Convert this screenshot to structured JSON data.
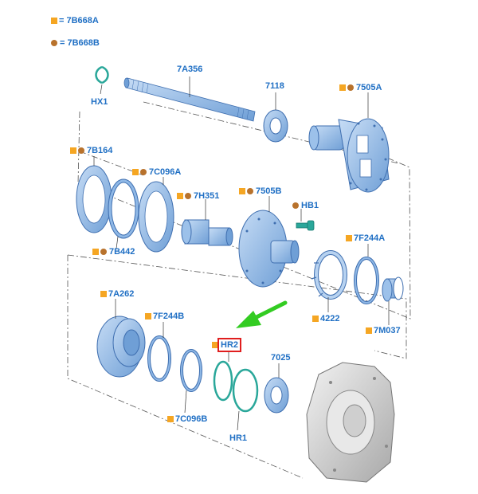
{
  "colors": {
    "part": "#8fb8e6",
    "part_dark": "#3f6fb0",
    "housing": "#d6d6d6",
    "oring": "#2aa79a",
    "label": "#1f6fc4",
    "legend_square": "#f5a623",
    "legend_circle": "#b8722c",
    "highlight": "#e01e1e",
    "arrow": "#33cc22"
  },
  "legend": [
    {
      "marker": "square",
      "code": "= 7B668A"
    },
    {
      "marker": "circle",
      "code": "= 7B668B"
    }
  ],
  "parts": {
    "hx1": "HX1",
    "p7a356": "7A356",
    "p7118": "7118",
    "p7505a": "7505A",
    "p7b164": "7B164",
    "p7c096a": "7C096A",
    "p7h351": "7H351",
    "p7505b": "7505B",
    "hb1": "HB1",
    "p7b442": "7B442",
    "p7f244a": "7F244A",
    "p4222": "4222",
    "p7m037": "7M037",
    "p7a262": "7A262",
    "p7f244b": "7F244B",
    "hr2": "HR2",
    "p7025": "7025",
    "p7c096b": "7C096B",
    "hr1": "HR1"
  },
  "highlighted_part": "HR2",
  "pointer_icon": "green-arrow-icon"
}
